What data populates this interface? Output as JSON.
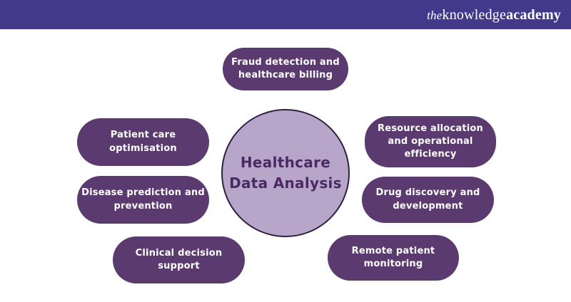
{
  "header": {
    "logo": {
      "the": "the",
      "knowledge": "knowledge",
      "academy": "academy"
    }
  },
  "colors": {
    "header_bg": "#43398b",
    "node_fill": "#5b3a70",
    "node_text": "#ffffff",
    "center_fill": "#b7a6ca",
    "center_border": "#2f1f3f",
    "center_text": "#4b2a63"
  },
  "diagram": {
    "center": {
      "label": "Healthcare\nData Analysis"
    },
    "nodes": [
      {
        "id": "fraud-detection-billing",
        "label": "Fraud detection and\nhealthcare billing"
      },
      {
        "id": "patient-care-optimisation",
        "label": "Patient care\noptimisation"
      },
      {
        "id": "disease-prediction",
        "label": "Disease prediction and\nprevention"
      },
      {
        "id": "clinical-decision-support",
        "label": "Clinical decision\nsupport"
      },
      {
        "id": "resource-allocation",
        "label": "Resource allocation\nand operational\nefficiency"
      },
      {
        "id": "drug-discovery",
        "label": "Drug discovery and\ndevelopment"
      },
      {
        "id": "remote-patient-monitoring",
        "label": "Remote patient\nmonitoring"
      }
    ]
  }
}
